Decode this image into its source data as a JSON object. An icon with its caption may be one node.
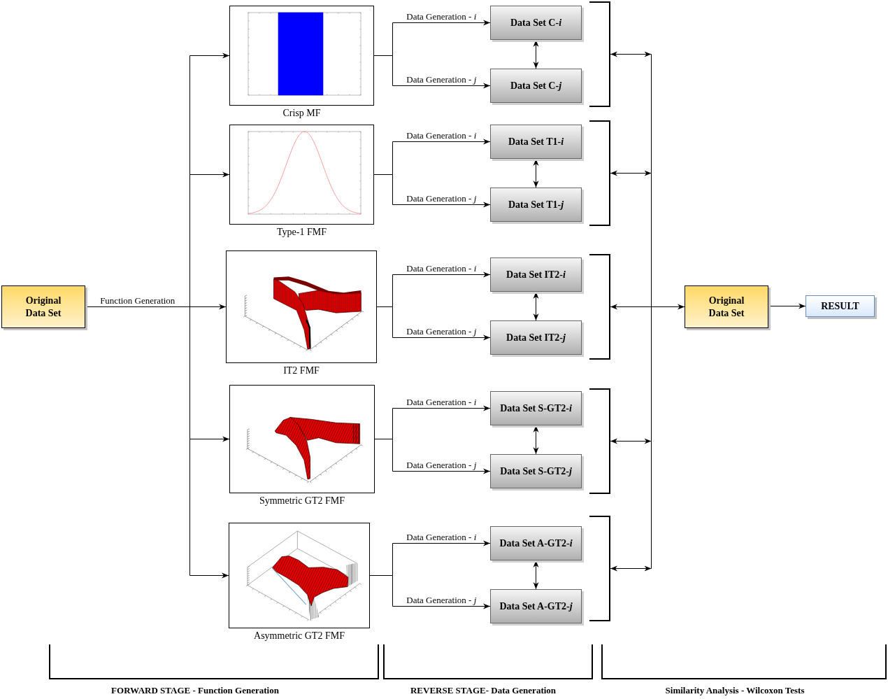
{
  "diagram": {
    "nodes": [
      {
        "text": [
          "Original Data Set"
        ]
      },
      {
        "text": [],
        "shape": "picture",
        "beside": [
          "Crisp MF"
        ]
      },
      {
        "text": [],
        "shape": "picture",
        "beside": [
          "Type-1 FMF"
        ]
      },
      {
        "text": [],
        "shape": "picture",
        "beside": [
          "IT2 FMF"
        ]
      },
      {
        "text": [],
        "shape": "picture",
        "beside": [
          "Symmetric GT2 FMF"
        ]
      },
      {
        "text": [],
        "shape": "picture",
        "beside": [
          "Asymmetric GT2 FMF"
        ]
      },
      {
        "text": [
          "Data Set C-*i*"
        ]
      },
      {
        "text": [
          "Data Set C-*j*"
        ]
      },
      {
        "text": [
          "Data Set T1-*i*"
        ]
      },
      {
        "text": [
          "Data Set T1-*j*"
        ]
      },
      {
        "text": [
          "Data Set IT2-*i*"
        ]
      },
      {
        "text": [
          "Data Set IT2-*j*"
        ]
      },
      {
        "text": [
          "Data Set S-GT2-*i*"
        ]
      },
      {
        "text": [
          "Data Set S-GT2-*j*"
        ]
      },
      {
        "text": [
          "Data Set A-GT2-*i*"
        ]
      },
      {
        "text": [
          "Data Set A-GT2-*j*"
        ]
      },
      {
        "text": [],
        "shape": "bracket"
      },
      {
        "text": [],
        "shape": "bracket"
      },
      {
        "text": [],
        "shape": "bracket"
      },
      {
        "text": [],
        "shape": "bracket"
      },
      {
        "text": [],
        "shape": "bracket"
      },
      {
        "text": [
          "Original Data Set"
        ]
      },
      {
        "text": [
          "RESULT"
        ]
      }
    ],
    "edges": [
      {
        "from": 0,
        "to": 1,
        "arrow": "to"
      },
      {
        "from": 0,
        "to": 2,
        "arrow": "to"
      },
      {
        "from": 0,
        "to": 3,
        "label": "Function Generation",
        "arrow": "to"
      },
      {
        "from": 0,
        "to": 4,
        "arrow": "to"
      },
      {
        "from": 0,
        "to": 5,
        "arrow": "to"
      },
      {
        "from": 1,
        "to": 6,
        "label": "Data Generation - *i*",
        "arrow": "to"
      },
      {
        "from": 1,
        "to": 7,
        "label": "Data Generation - *j*",
        "arrow": "to"
      },
      {
        "from": 2,
        "to": 8,
        "label": "Data Generation - *i*",
        "arrow": "to"
      },
      {
        "from": 2,
        "to": 9,
        "label": "Data Generation - *j*",
        "arrow": "to"
      },
      {
        "from": 3,
        "to": 10,
        "label": "Data Generation - *i*",
        "arrow": "to"
      },
      {
        "from": 3,
        "to": 11,
        "label": "Data Generation - *j*",
        "arrow": "to"
      },
      {
        "from": 4,
        "to": 12,
        "label": "Data Generation - *i*",
        "arrow": "to"
      },
      {
        "from": 4,
        "to": 13,
        "label": "Data Generation - *j*",
        "arrow": "to"
      },
      {
        "from": 5,
        "to": 14,
        "label": "Data Generation - *i*",
        "arrow": "to"
      },
      {
        "from": 5,
        "to": 15,
        "label": "Data Generation - *j*",
        "arrow": "to"
      },
      {
        "from": 6,
        "to": 7,
        "arrow": "both"
      },
      {
        "from": 8,
        "to": 9,
        "arrow": "both"
      },
      {
        "from": 10,
        "to": 11,
        "arrow": "both"
      },
      {
        "from": 12,
        "to": 13,
        "arrow": "both"
      },
      {
        "from": 14,
        "to": 15,
        "arrow": "both"
      },
      {
        "from": 16,
        "to": 21,
        "arrow": "both"
      },
      {
        "from": 17,
        "to": 21,
        "arrow": "both"
      },
      {
        "from": 18,
        "to": 21,
        "arrow": "both"
      },
      {
        "from": 19,
        "to": 21,
        "arrow": "both"
      },
      {
        "from": 20,
        "to": 21,
        "arrow": "both"
      },
      {
        "from": 21,
        "to": 22,
        "arrow": "to"
      }
    ],
    "labels": [
      "FORWARD STAGE - Function Generation",
      "REVERSE STAGE- Data Generation",
      "Similarity Analysis - Wilcoxon Tests"
    ]
  }
}
